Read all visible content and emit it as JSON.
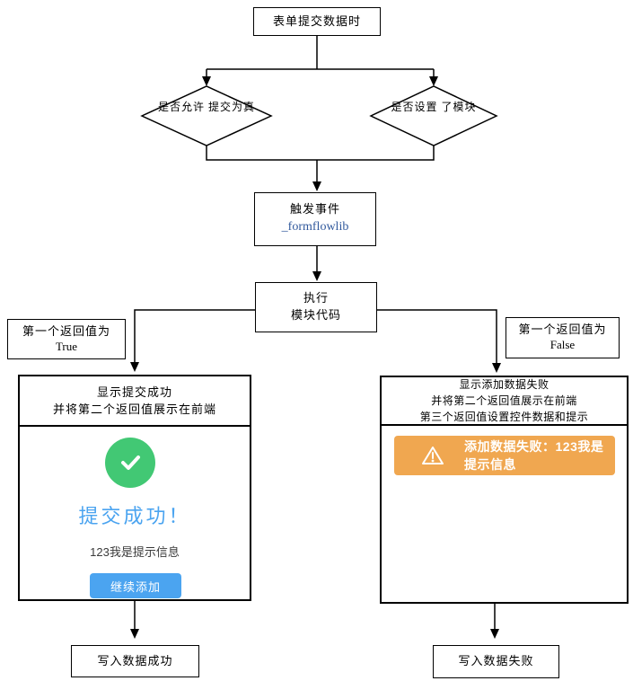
{
  "colors": {
    "success_green": "#42c874",
    "primary_blue": "#4ba4f0",
    "warning_orange": "#f0a750",
    "link_blue": "#30589c"
  },
  "icons": {
    "success_check": "check-circle-icon",
    "warning": "warning-triangle-icon"
  },
  "flowchart": {
    "start": "表单提交数据时",
    "decision_left": {
      "line1": "是否允许",
      "line2": "提交为真"
    },
    "decision_right": {
      "line1": "是否设置",
      "line2": "了模块"
    },
    "trigger_event": {
      "line1": "触发事件",
      "line2": "_formflowlib"
    },
    "execute": {
      "line1": "执行",
      "line2": "模块代码"
    },
    "label_true": {
      "line1": "第一个返回值为",
      "line2": "True"
    },
    "label_false": {
      "line1": "第一个返回值为",
      "line2": "False"
    },
    "success_branch": {
      "header_line1": "显示提交成功",
      "header_line2": "并将第二个返回值展示在前端",
      "title": "提交成功！",
      "message": "123我是提示信息",
      "button": "继续添加",
      "end": "写入数据成功"
    },
    "fail_branch": {
      "header_line1": "显示添加数据失败",
      "header_line2": "并将第二个返回值展示在前端",
      "header_line3": "第三个返回值设置控件数据和提示",
      "alert": "添加数据失败：123我是提示信息",
      "end": "写入数据失败"
    }
  }
}
